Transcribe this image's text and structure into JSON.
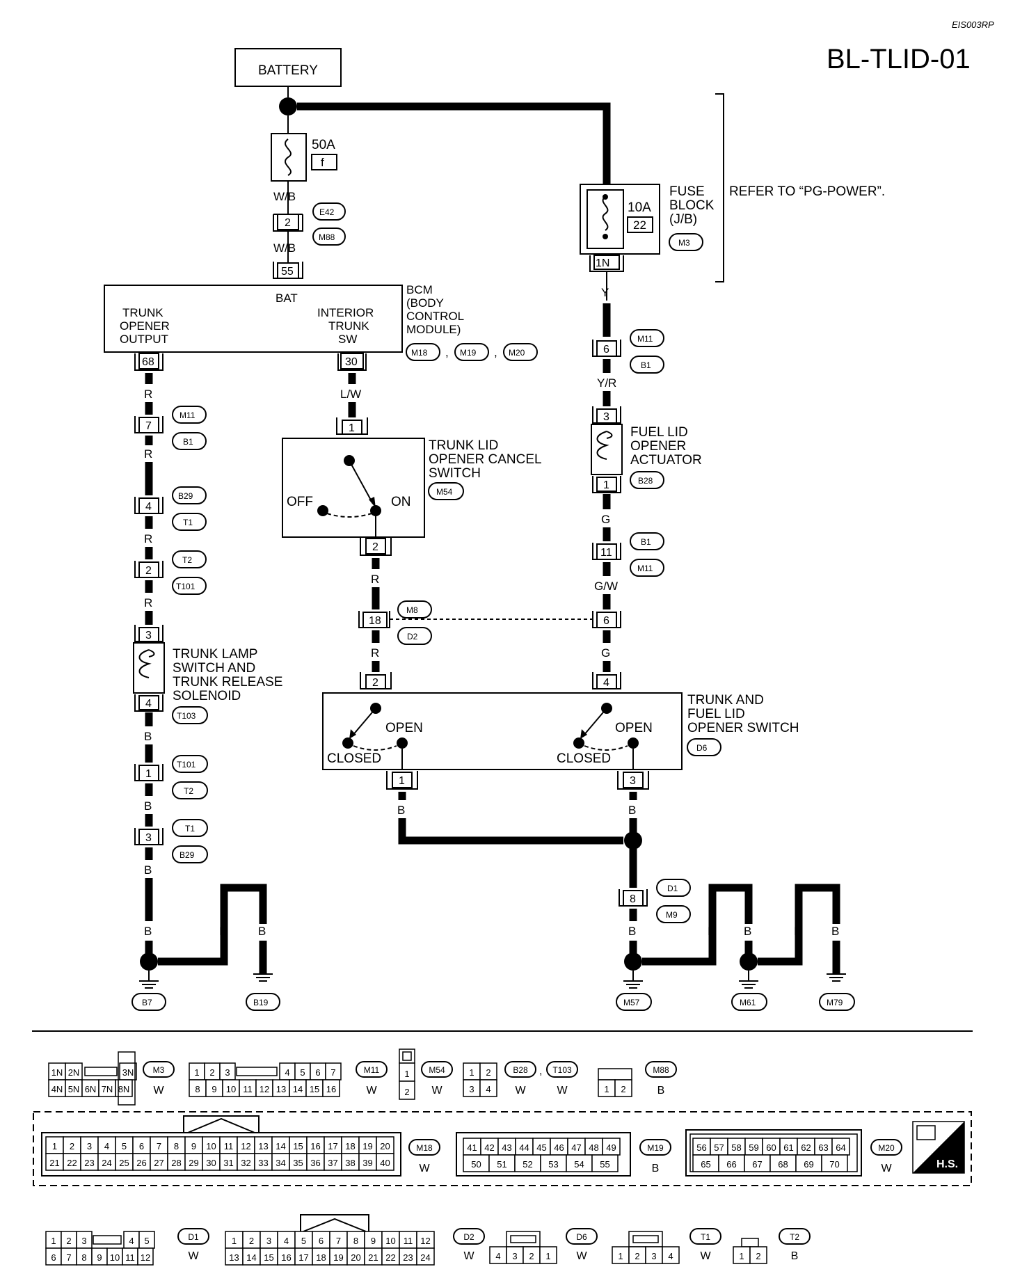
{
  "doc_ref": "EIS003RP",
  "title": "BL-TLID-01",
  "refer_note": "REFER TO “PG-POWER”.",
  "battery": "BATTERY",
  "fuse50": {
    "amp": "50A",
    "id": "f"
  },
  "fuse10": {
    "amp": "10A",
    "id": "22"
  },
  "fuse_block": {
    "line1": "FUSE",
    "line2": "BLOCK",
    "line3": "(J/B)",
    "conn": "M3",
    "pin": "1N"
  },
  "bcm": {
    "line1": "BCM",
    "line2": "(BODY",
    "line3": "CONTROL",
    "line4": "MODULE)",
    "bat": "BAT",
    "t1": "TRUNK",
    "t2": "OPENER",
    "t3": "OUTPUT",
    "i1": "INTERIOR",
    "i2": "TRUNK",
    "i3": "SW",
    "conns": [
      "M18",
      "M19",
      "M20"
    ],
    "pin_bat": "55",
    "pin_out": "68",
    "pin_sw": "30"
  },
  "cancel_switch": {
    "line1": "TRUNK LID",
    "line2": "OPENER CANCEL",
    "line3": "SWITCH",
    "conn": "M54",
    "off": "OFF",
    "on": "ON",
    "pin_top": "1",
    "pin_bot": "2"
  },
  "fuel_actuator": {
    "line1": "FUEL LID",
    "line2": "OPENER",
    "line3": "ACTUATOR",
    "conn": "B28",
    "pin_top": "3",
    "pin_bot": "1"
  },
  "trunk_lamp": {
    "line1": "TRUNK LAMP",
    "line2": "SWITCH AND",
    "line3": "TRUNK RELEASE",
    "line4": "SOLENOID",
    "conn": "T103",
    "pin_top": "3",
    "pin_bot": "4"
  },
  "opener_switch": {
    "line1": "TRUNK AND",
    "line2": "FUEL LID",
    "line3": "OPENER SWITCH",
    "conn": "D6",
    "open": "OPEN",
    "closed": "CLOSED",
    "pins": [
      "2",
      "4",
      "1",
      "3"
    ]
  },
  "connectors": {
    "e42": "E42",
    "m88": "M88",
    "p2": "2",
    "m11": "M11",
    "b1": "B1",
    "b29": "B29",
    "t1": "T1",
    "t2": "T2",
    "t101": "T101",
    "m8": "M8",
    "d2": "D2",
    "d1": "D1",
    "m9": "M9",
    "p7": "7",
    "p4": "4",
    "p2b": "2",
    "p1": "1",
    "p3": "3",
    "p6": "6",
    "p11": "11",
    "p18": "18",
    "p6b": "6",
    "p8": "8"
  },
  "wires": {
    "wb": "W/B",
    "y": "Y",
    "yr": "Y/R",
    "r": "R",
    "lw": "L/W",
    "g": "G",
    "gw": "G/W",
    "b": "B"
  },
  "grounds": [
    "B7",
    "B19",
    "M57",
    "M61",
    "M79"
  ],
  "legend": {
    "row1": [
      {
        "conn": "M3",
        "color": "W",
        "top": [
          "1N",
          "2N",
          "",
          "3N"
        ],
        "bot": [
          "4N",
          "5N",
          "6N",
          "7N",
          "8N"
        ]
      },
      {
        "conn": "M11",
        "color": "W",
        "top": [
          "1",
          "2",
          "3",
          "",
          "4",
          "5",
          "6",
          "7"
        ],
        "bot": [
          "8",
          "9",
          "10",
          "11",
          "12",
          "13",
          "14",
          "15",
          "16"
        ]
      },
      {
        "conn": "M54",
        "color": "W",
        "top": [
          "1"
        ],
        "bot": [
          "2"
        ]
      },
      {
        "conn": "B28",
        "conn2": "T103",
        "color": "W",
        "top": [
          "1",
          "2"
        ],
        "bot": [
          "3",
          "4"
        ]
      },
      {
        "conn": "M88",
        "color": "B",
        "top": [
          "1",
          "2"
        ]
      }
    ],
    "m18": {
      "conn": "M18",
      "color": "W",
      "top": [
        "1",
        "2",
        "3",
        "4",
        "5",
        "6",
        "7",
        "8",
        "9",
        "10",
        "11",
        "12",
        "13",
        "14",
        "15",
        "16",
        "17",
        "18",
        "19",
        "20"
      ],
      "bot": [
        "21",
        "22",
        "23",
        "24",
        "25",
        "26",
        "27",
        "28",
        "29",
        "30",
        "31",
        "32",
        "33",
        "34",
        "35",
        "36",
        "37",
        "38",
        "39",
        "40"
      ]
    },
    "m19": {
      "conn": "M19",
      "color": "B",
      "top": [
        "41",
        "42",
        "43",
        "44",
        "45",
        "46",
        "47",
        "48",
        "49"
      ],
      "bot": [
        "50",
        "51",
        "52",
        "53",
        "54",
        "55"
      ]
    },
    "m20": {
      "conn": "M20",
      "color": "W",
      "top": [
        "56",
        "57",
        "58",
        "59",
        "60",
        "61",
        "62",
        "63",
        "64"
      ],
      "bot": [
        "65",
        "66",
        "67",
        "68",
        "69",
        "70"
      ]
    },
    "hs": "H.S.",
    "d1": {
      "conn": "D1",
      "color": "W",
      "top": [
        "1",
        "2",
        "3",
        "",
        "4",
        "5"
      ],
      "bot": [
        "6",
        "7",
        "8",
        "9",
        "10",
        "11",
        "12"
      ]
    },
    "d2": {
      "conn": "D2",
      "color": "W",
      "top": [
        "1",
        "2",
        "3",
        "4",
        "5",
        "6",
        "7",
        "8",
        "9",
        "10",
        "11",
        "12"
      ],
      "bot": [
        "13",
        "14",
        "15",
        "16",
        "17",
        "18",
        "19",
        "20",
        "21",
        "22",
        "23",
        "24"
      ]
    },
    "d6": {
      "conn": "D6",
      "color": "W",
      "top": [
        "4",
        "3",
        "2",
        "1"
      ]
    },
    "t1": {
      "conn": "T1",
      "color": "W",
      "top": [
        "1",
        "2",
        "3",
        "4"
      ]
    },
    "t2": {
      "conn": "T2",
      "color": "B",
      "top": [
        "1",
        "2"
      ]
    }
  }
}
